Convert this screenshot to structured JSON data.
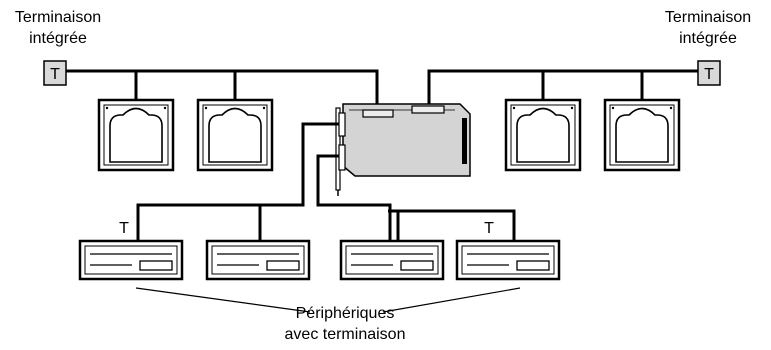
{
  "labels": {
    "left_termination_line1": "Terminaison",
    "left_termination_line2": "intégrée",
    "right_termination_line1": "Terminaison",
    "right_termination_line2": "intégrée",
    "terminator_glyph": "T",
    "peripherals_line1": "Périphériques",
    "peripherals_line2": "avec terminaison"
  },
  "colors": {
    "cable": "#000000",
    "terminator_fill": "#d9d9d9",
    "card_fill": "#d4d4d4",
    "device_fill": "#ffffff"
  },
  "icons": {
    "terminator": "terminator-box-icon",
    "monitor": "monitor-device-icon",
    "drive": "external-drive-icon",
    "controller": "scsi-controller-card-icon"
  }
}
